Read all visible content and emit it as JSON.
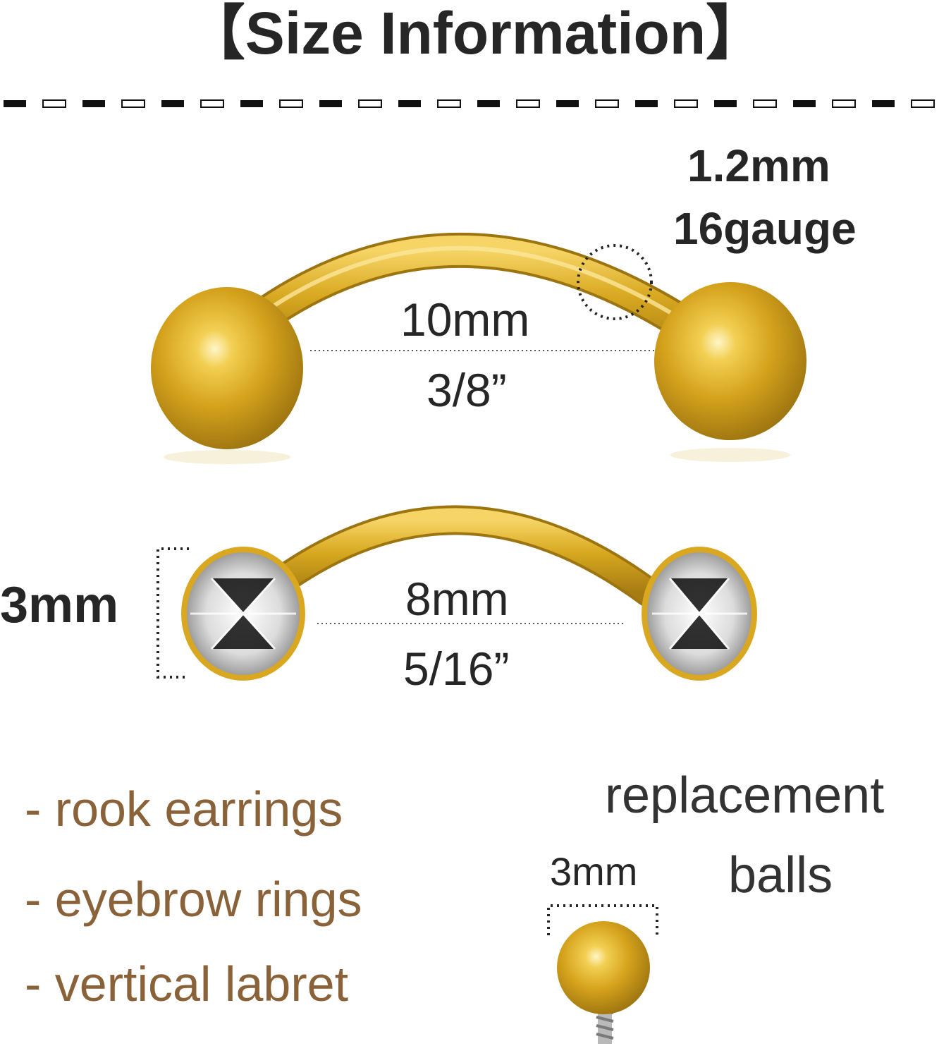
{
  "title": "【Size Information】",
  "bar_top": {
    "gauge_mm": "1.2mm",
    "gauge": "16gauge",
    "length_mm": "10mm",
    "length_in": "3/8”"
  },
  "bar_bottom": {
    "stone_size": "3mm",
    "length_mm": "8mm",
    "length_in": "5/16”"
  },
  "uses": [
    "- rook earrings",
    "- eyebrow rings",
    "- vertical labret"
  ],
  "replacement": {
    "line1": "replacement",
    "line2": "balls",
    "size": "3mm"
  },
  "colors": {
    "text": "#262626",
    "uses_text": "#8a6239",
    "gold": "#d9a820",
    "gold_dark": "#9c7410"
  }
}
